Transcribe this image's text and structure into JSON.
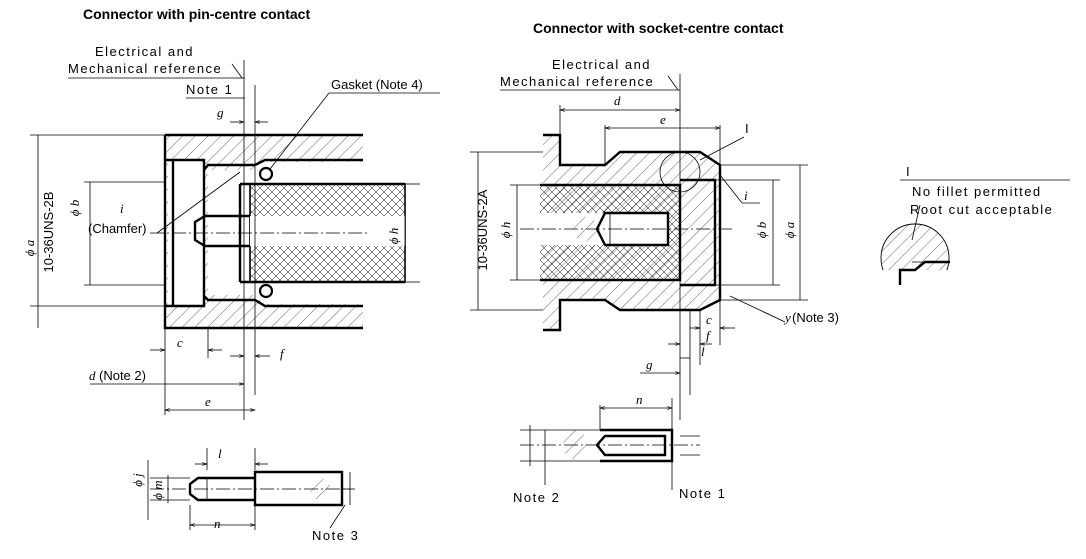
{
  "titles": {
    "pin": "Connector with pin-centre contact",
    "socket": "Connector with socket-centre contact"
  },
  "pin": {
    "ref_line1": "Electrical and",
    "ref_line2": "Mechanical reference",
    "note1": "Note 1",
    "gasket": "Gasket (Note 4)",
    "thread": "10-36UNS-2B",
    "phi_a": "ϕ a",
    "phi_b": "ϕ b",
    "phi_h": "ϕ h",
    "i": "i",
    "chamfer": "(Chamfer)",
    "g": "g",
    "c": "c",
    "f": "f",
    "d_note2": "(Note 2)",
    "d": "d",
    "e": "e",
    "l": "l",
    "n": "n",
    "phi_j": "ϕ j",
    "phi_m": "ϕ m",
    "note3": "Note 3"
  },
  "socket": {
    "ref_line1": "Electrical and",
    "ref_line2": "Mechanical reference",
    "d": "d",
    "e": "e",
    "detail_marker": "I",
    "thread": "10-36UNS-2A",
    "phi_h": "ϕ h",
    "phi_b": "ϕ b",
    "phi_a": "ϕ a",
    "i": "i",
    "y": "y",
    "y_note": "(Note 3)",
    "c": "c",
    "f": "f",
    "l": "l",
    "g": "g",
    "n": "n",
    "note2": "Note 2",
    "note1": "Note 1"
  },
  "detail": {
    "marker": "I",
    "line1": "No fillet permitted",
    "line2": "Root cut acceptable"
  }
}
